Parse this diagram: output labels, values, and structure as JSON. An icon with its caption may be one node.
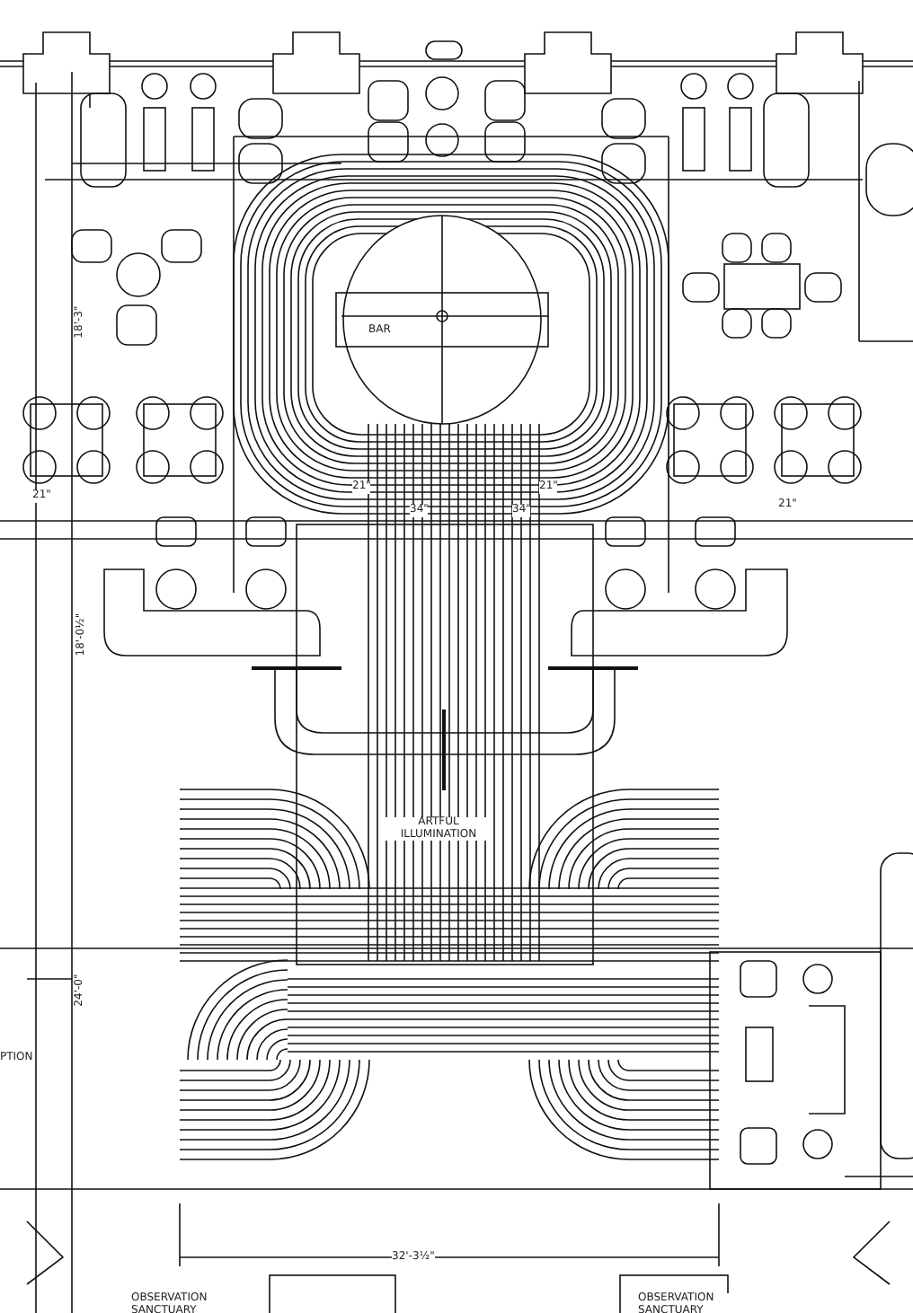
{
  "diagram": {
    "labels": [
      "BAR",
      "21\"",
      "21\"",
      "21\"",
      "21\"",
      "34\"",
      "34\"",
      "18'-3\"",
      "18'-0½\"",
      "ARTFUL ILLUMINATION",
      "24'-0\"",
      "PTION",
      "32'-3½\"",
      "OBSERVATION SANCTUARY",
      "OBSERVATION SANCTUARY"
    ]
  }
}
